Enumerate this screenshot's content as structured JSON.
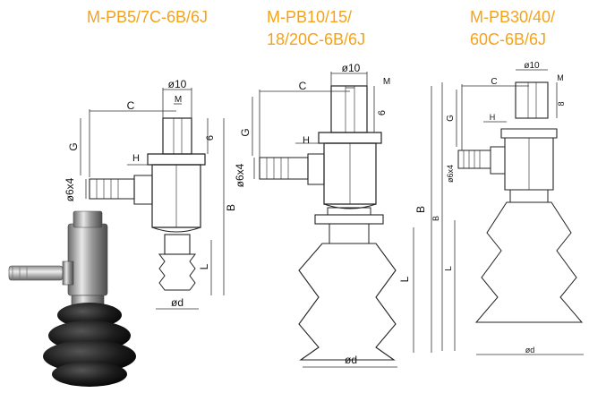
{
  "accent_color": "#f5a21b",
  "titles": {
    "left": "M-PB5/7C-6B/6J",
    "middle_line1": "M-PB10/15/",
    "middle_line2": "18/20C-6B/6J",
    "right_line1": "M-PB30/40/",
    "right_line2": "60C-6B/6J"
  },
  "dims_left": {
    "d10": "ø10",
    "m": "M",
    "c": "C",
    "six": "6",
    "g": "G",
    "h": "H",
    "d6x4": "ø6x4",
    "b": "B",
    "l": "L",
    "d": "ød"
  },
  "dims_middle": {
    "d10": "ø10",
    "m": "M",
    "c": "C",
    "six": "6",
    "g": "G",
    "h": "H",
    "d6x4": "ø6x4",
    "b": "B",
    "l": "L",
    "d": "ød"
  },
  "dims_right": {
    "d10": "ø10",
    "m": "M",
    "c": "C",
    "eight": "8",
    "g": "G",
    "h": "H",
    "d6x4": "ø6x4",
    "b": "B",
    "l": "L",
    "d": "ød"
  }
}
